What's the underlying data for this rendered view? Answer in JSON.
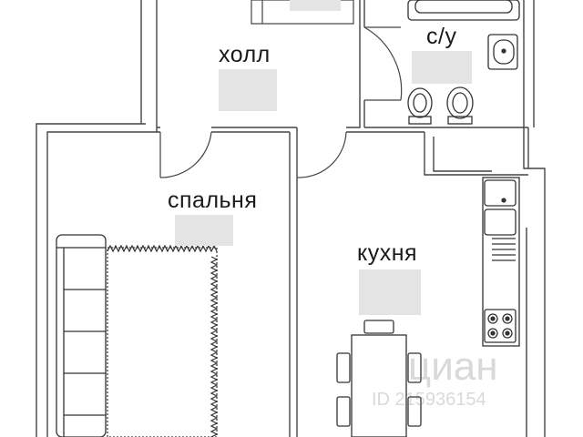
{
  "rooms": {
    "hall": "холл",
    "bathroom": "с/у",
    "bedroom": "спальня",
    "kitchen": "кухня"
  },
  "watermark": {
    "brand": "циан",
    "id": "ID 215936154"
  },
  "colors": {
    "wall": "#333333",
    "line": "#444444",
    "area_placeholder": "#e4e4e4",
    "watermark": "#999999"
  }
}
